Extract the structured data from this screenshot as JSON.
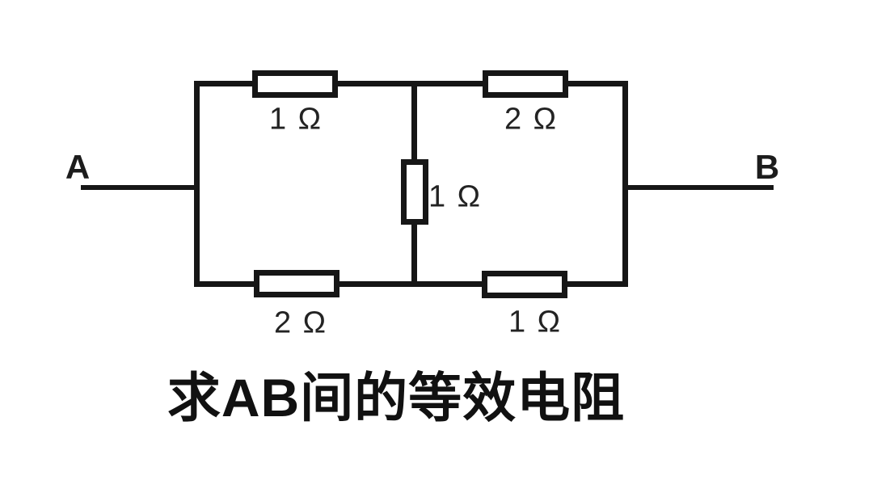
{
  "caption": "求AB间的等效电阻",
  "terminals": {
    "left": "A",
    "right": "B"
  },
  "resistors": [
    {
      "id": "top-left",
      "label": "1 Ω"
    },
    {
      "id": "top-right",
      "label": "2 Ω"
    },
    {
      "id": "middle",
      "label": "1 Ω"
    },
    {
      "id": "bottom-left",
      "label": "2 Ω"
    },
    {
      "id": "bottom-right",
      "label": "1 Ω"
    }
  ],
  "colors": {
    "wire": "#161616",
    "background": "#ffffff",
    "resistor_fill": "#ffffff"
  }
}
